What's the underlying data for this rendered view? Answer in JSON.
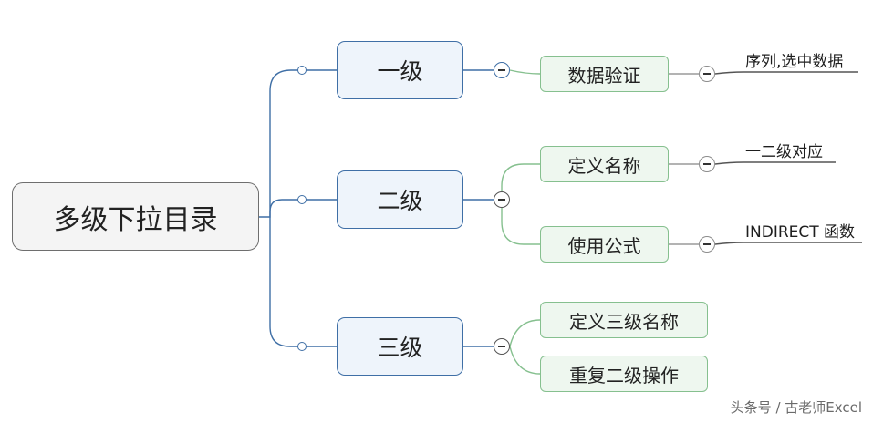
{
  "root": {
    "label": "多级下拉目录"
  },
  "branches": [
    {
      "label": "一级",
      "children": [
        {
          "label": "数据验证",
          "note": "序列,选中数据"
        }
      ]
    },
    {
      "label": "二级",
      "children": [
        {
          "label": "定义名称",
          "note": "一二级对应"
        },
        {
          "label": "使用公式",
          "note": "INDIRECT 函数"
        }
      ]
    },
    {
      "label": "三级",
      "children": [
        {
          "label": "定义三级名称"
        },
        {
          "label": "重复二级操作"
        }
      ]
    }
  ],
  "watermark": "头条号 / 古老师Excel",
  "colors": {
    "root_border": "#6e6e6e",
    "level1_border": "#3f6fa6",
    "level1_fill": "#eef4fb",
    "level2_border": "#86c08f",
    "level2_fill": "#eef7ef"
  },
  "icons": {
    "collapse": "minus-circle-icon",
    "junction": "small-circle-icon"
  }
}
